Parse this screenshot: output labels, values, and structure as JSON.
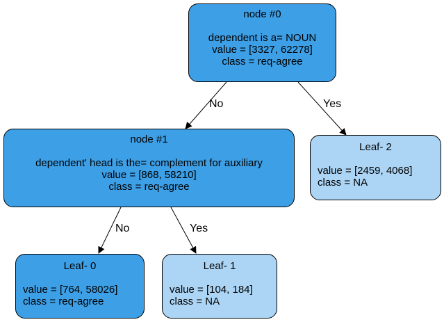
{
  "colors": {
    "strong_fill": "#3d9fe6",
    "light_fill": "#acd5f5",
    "stroke": "#000000"
  },
  "nodes": {
    "n0": {
      "title": "node #0",
      "rule": "dependent is a= NOUN",
      "value": "value = [3327, 62278]",
      "class": "class = req-agree"
    },
    "n1": {
      "title": "node #1",
      "rule": "dependent' head is the= complement for auxiliary",
      "value": "value = [868, 58210]",
      "class": "class = req-agree"
    },
    "leaf2": {
      "title": "Leaf- 2",
      "value": "value = [2459, 4068]",
      "class": "class = NA"
    },
    "leaf0": {
      "title": "Leaf- 0",
      "value": "value = [764, 58026]",
      "class": "class = req-agree"
    },
    "leaf1": {
      "title": "Leaf- 1",
      "value": "value = [104, 184]",
      "class": "class = NA"
    }
  },
  "edges": {
    "n0_n1": "No",
    "n0_leaf2": "Yes",
    "n1_leaf0": "No",
    "n1_leaf1": "Yes"
  }
}
